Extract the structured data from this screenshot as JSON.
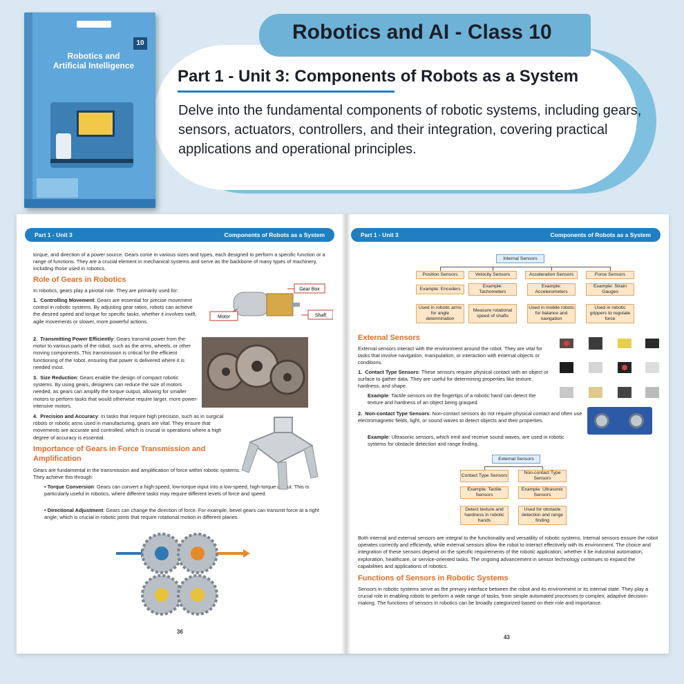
{
  "banner": {
    "class_title": "Robotics and AI - Class 10",
    "unit_title": "Part 1 - Unit 3: Components of Robots as a System",
    "description": "Delve into the fundamental components of robotic systems, including gears, sensors, actuators, controllers, and their integration, covering practical applications and operational principles."
  },
  "book": {
    "title_line1": "Robotics and",
    "title_line2": "Artificial Intelligence",
    "grade": "10"
  },
  "left_page": {
    "header_left": "Part 1 - Unit 3",
    "header_right": "Components of Robots as a System",
    "intro": "torque, and direction of a power source. Gears come in various sizes and types, each designed to perform a specific function or a range of functions. They are a crucial element in mechanical systems and serve as the backbone of many types of machinery, including those used in robotics.",
    "heading1": "Role of Gears in Robotics",
    "lead1": "In robotics, gears play a pivotal role. They are primarily used for:",
    "items": [
      {
        "num": "1.",
        "title": "Controlling Movement",
        "text": ": Gears are essential for precise movement control in robotic systems. By adjusting gear ratios, robots can achieve the desired speed and torque for specific tasks, whether it involves swift, agile movements or slower, more powerful actions."
      },
      {
        "num": "2.",
        "title": "Transmitting Power Efficiently",
        "text": ": Gears transmit power from the motor to various parts of the robot, such as the arms, wheels, or other moving components. This transmission is critical for the efficient functioning of the robot, ensuring that power is delivered where it is needed most."
      },
      {
        "num": "3.",
        "title": "Size Reduction",
        "text": ": Gears enable the design of compact robotic systems. By using gears, designers can reduce the size of motors needed, as gears can amplify the torque output, allowing for smaller motors to perform tasks that would otherwise require larger, more power-intensive motors."
      },
      {
        "num": "4.",
        "title": "Precision and Accuracy",
        "text": ": In tasks that require high precision, such as in surgical robots or robotic arms used in manufacturing, gears are vital. They ensure that movements are accurate and controlled, which is crucial in operations where a high degree of accuracy is essential."
      }
    ],
    "heading2_line1": "Importance of Gears in Force Transmission and",
    "heading2_line2": "Amplification",
    "lead2": "Gears are fundamental in the transmission and amplification of force within robotic systems. They achieve this through:",
    "bullets": [
      {
        "title": "Torque Conversion",
        "text": ": Gears can convert a high-speed, low-torque input into a low-speed, high-torque output. This is particularly useful in robotics, where different tasks may require different levels of force and speed."
      },
      {
        "title": "Directional Adjustment",
        "text": ": Gears can change the direction of force. For example, bevel gears can transmit force at a right angle, which is crucial in robotic joints that require rotational motion in different planes."
      }
    ],
    "motor_labels": {
      "gear_box": "Gear Box",
      "motor": "Motor",
      "shaft": "Shaft"
    },
    "page_number": "36"
  },
  "right_page": {
    "header_left": "Part 1 - Unit 3",
    "header_right": "Components of Robots as a System",
    "internal_chart": {
      "root": "Internal Sensors",
      "columns": [
        {
          "name": "Position Sensors",
          "example": "Example: Encoders",
          "use": "Used in robotic arms for angle determination"
        },
        {
          "name": "Velocity Sensors",
          "example": "Example: Tachometers",
          "use": "Measure rotational speed of shafts"
        },
        {
          "name": "Acceleration Sensors",
          "example": "Example: Accelerometers",
          "use": "Used in mobile robots for balance and navigation"
        },
        {
          "name": "Force Sensors",
          "example": "Example: Strain Gauges",
          "use": "Used in robotic grippers to regulate force"
        }
      ]
    },
    "heading_external": "External Sensors",
    "external_intro": "External sensors interact with the environment around the robot. They are vital for tasks that involve navigation, manipulation, or interaction with external objects or conditions.",
    "ext_items": [
      {
        "num": "1.",
        "title": "Contact Type Sensors",
        "text": ": These sensors require physical contact with an object or surface to gather data. They are useful for determining properties like texture, hardness, and shape.",
        "example_label": "Example",
        "example": ": Tactile sensors on the fingertips of a robotic hand can detect the texture and hardness of an object being grasped."
      },
      {
        "num": "2.",
        "title": "Non-contact Type Sensors",
        "text": ": Non-contact sensors do not require physical contact and often use electromagnetic fields, light, or sound waves to detect objects and their properties.",
        "example_label": "Example",
        "example": ": Ultrasonic sensors, which emit and receive sound waves, are used in robotic systems for obstacle detection and range finding."
      }
    ],
    "external_chart": {
      "root": "External Sensors",
      "columns": [
        {
          "name": "Contact Type Sensors",
          "example": "Example: Tactile Sensors",
          "use": "Detect texture and hardness in robotic hands"
        },
        {
          "name": "Non-contact Type Sensors",
          "example": "Example: Ultrasonic Sensors",
          "use": "Used for obstacle detection and range finding"
        }
      ]
    },
    "summary": "Both internal and external sensors are integral to the functionality and versatility of robotic systems. Internal sensors ensure the robot operates correctly and efficiently, while external sensors allow the robot to interact effectively with its environment. The choice and integration of these sensors depend on the specific requirements of the robotic application, whether it be industrial automation, exploration, healthcare, or service-oriented tasks. The ongoing advancement in sensor technology continues to expand the capabilities and applications of robotics.",
    "heading_functions": "Functions of Sensors in Robotic Systems",
    "functions_text": "Sensors in robotic systems serve as the primary interface between the robot and its environment or its internal state. They play a crucial role in enabling robots to perform a wide range of tasks, from simple automated processes to complex, adaptive decision-making. The functions of sensors in robotics can be broadly categorized based on their role and importance.",
    "page_number": "43"
  }
}
